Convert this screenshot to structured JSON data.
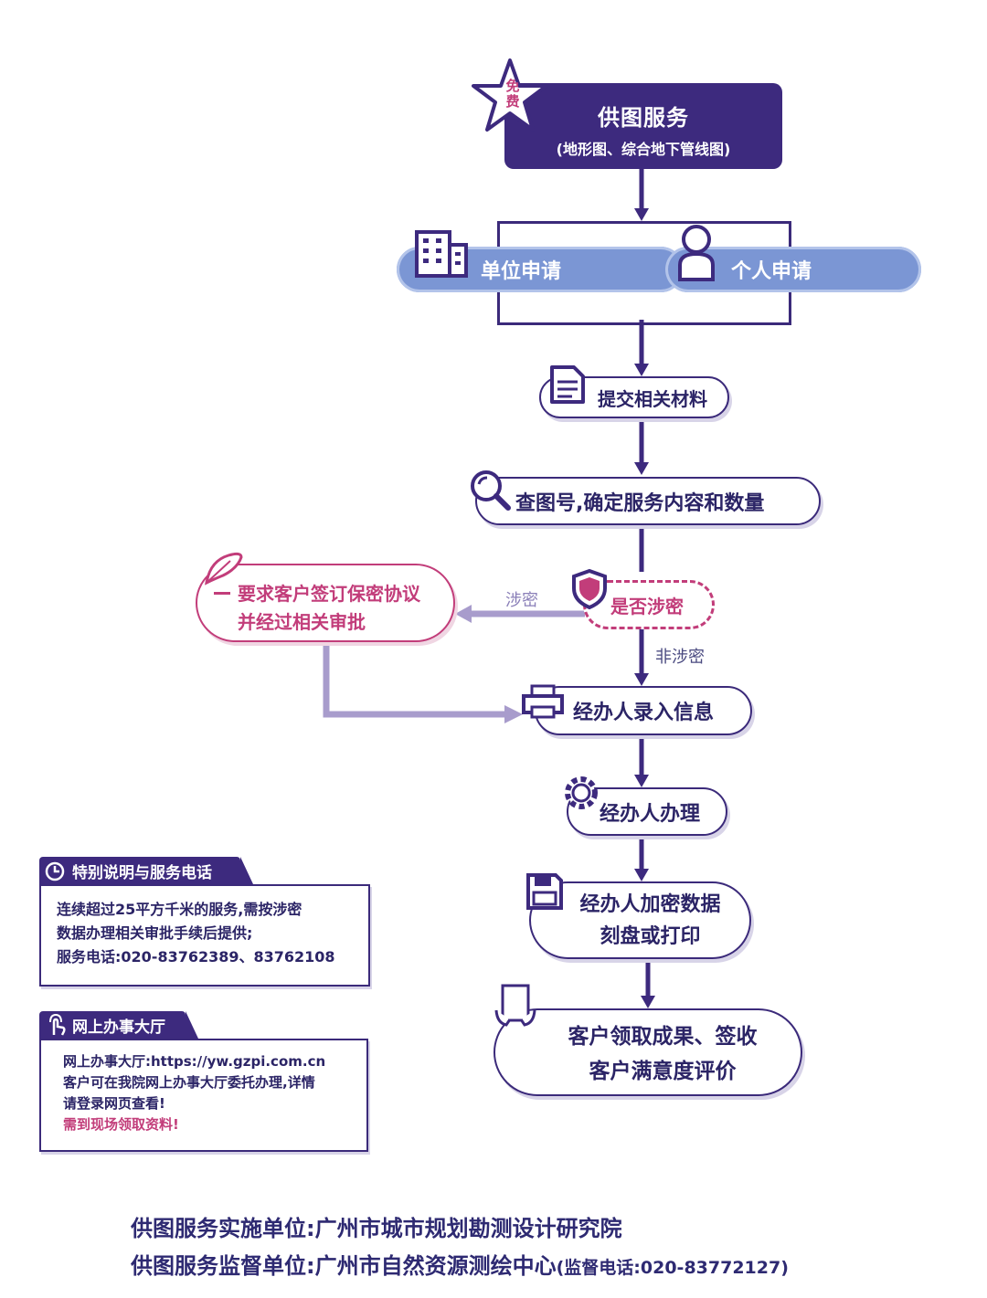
{
  "start": {
    "badge": "免费",
    "title": "供图服务",
    "subtitle": "(地形图、综合地下管线图)"
  },
  "apply": {
    "unit": "单位申请",
    "person": "个人申请"
  },
  "steps": {
    "submit": "提交相关材料",
    "check": "查图号,确定服务内容和数量",
    "decision": "是否涉密",
    "secret_label": "涉密",
    "nonsecret_label": "非涉密",
    "secret_line1": "要求客户签订保密协议",
    "secret_line2": "并经过相关审批",
    "input": "经办人录入信息",
    "handle": "经办人办理",
    "encrypt_line1": "经办人加密数据",
    "encrypt_line2": "刻盘或打印",
    "finish_line1": "客户领取成果、签收",
    "finish_line2": "客户满意度评价"
  },
  "notes": {
    "special": {
      "title": "特别说明与服务电话",
      "line1": "连续超过25平方千米的服务,需按涉密",
      "line2": "数据办理相关审批手续后提供;",
      "line3": "服务电话:020-83762389、83762108"
    },
    "online": {
      "title": "网上办事大厅",
      "line1": "网上办事大厅:https://yw.gzpi.com.cn",
      "line2": "客户可在我院网上办事大厅委托办理,详情",
      "line3": "请登录网页查看!",
      "line4": "需到现场领取资料!"
    }
  },
  "footer": {
    "line1": "供图服务实施单位:广州市城市规划勘测设计研究院",
    "line2_main": "供图服务监督单位:广州市自然资源测绘中心",
    "line2_note": "(监督电话:020-83772127)"
  },
  "colors": {
    "dark_purple": "#3d2a7e",
    "pink": "#c23d7a",
    "blue": "#7b96d4",
    "light_purple": "#a89ccc"
  }
}
